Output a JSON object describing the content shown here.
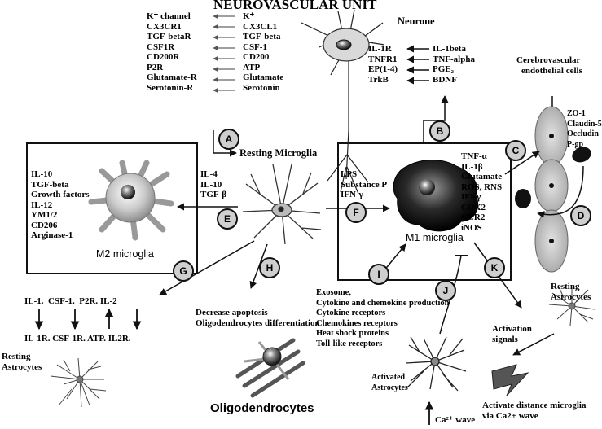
{
  "title": "NEUROVASCULAR UNIT",
  "neurone": {
    "label": "Neurone",
    "receptors": [
      "IL-1R",
      "TNFR1",
      "EP(1-4)",
      "TrkB"
    ],
    "ligands": [
      "IL-1beta",
      "TNF-alpha",
      "PGE₂",
      "BDNF"
    ]
  },
  "microglia_receptors": {
    "receptors": [
      "K⁺ channel",
      "CX3CR1",
      "TGF-betaR",
      "CSF1R",
      "CD200R",
      "P2R",
      "Glutamate-R",
      "Serotonin-R"
    ],
    "ligands": [
      "K⁺",
      "CX3CL1",
      "TGF-beta",
      "CSF-1",
      "CD200",
      "ATP",
      "Glutamate",
      "Serotonin"
    ]
  },
  "endothelial": {
    "label_line1": "Cerebrovascular",
    "label_line2": "endothelial cells",
    "markers": [
      "ZO-1",
      "Claudin-5",
      "Occludin",
      "P-gp"
    ]
  },
  "resting_microglia": "Resting Microglia",
  "m2": {
    "label": "M2 microglia",
    "products": [
      "IL-10",
      "TGF-beta",
      "Growth factors",
      "IL-12",
      "YM1/2",
      "CD206",
      "Arginase-1"
    ],
    "inducers": [
      "IL-4",
      "IL-10",
      "TGF-β"
    ]
  },
  "m1": {
    "label": "M1 microglia",
    "inducers": [
      "LPS",
      "Substance P",
      "IFN-γ"
    ],
    "products": [
      "TNF-α",
      "IL-1β",
      "Glutamate",
      "ROS, RNS",
      "IFNγ",
      "COX2",
      "CCR2",
      "iNOS"
    ]
  },
  "astro_signals": {
    "top": [
      "IL-1.",
      "CSF-1.",
      "P2R.",
      "IL-2"
    ],
    "bottom": [
      "IL-1R.",
      "CSF-1R.",
      "ATP.",
      "IL2R."
    ]
  },
  "resting_astrocytes_left": [
    "Resting",
    "Astrocytes"
  ],
  "resting_astrocytes_right": [
    "Resting",
    "Astrocytes"
  ],
  "oligo_effects": [
    "Decrease apoptosis",
    "Oligodendrocytes differentiation"
  ],
  "oligodendrocytes": "Oligodendrocytes",
  "exosome_list": [
    "Exosome,",
    "Cytokine and chemokine production",
    "Cytokine receptors",
    "Chemokines receptors",
    "Heat shock proteins",
    "Toll-like receptors"
  ],
  "activated_astrocytes": [
    "Activated",
    "Astrocytes"
  ],
  "activation_signals": [
    "Activation",
    "signals"
  ],
  "ca_wave": "Ca²⁺ wave",
  "distance_microglia": [
    "Activate distance microglia",
    "via Ca2+ wave"
  ],
  "circle_labels": {
    "A": "A",
    "B": "B",
    "C": "C",
    "D": "D",
    "E": "E",
    "F": "F",
    "G": "G",
    "H": "H",
    "I": "I",
    "J": "J",
    "K": "K"
  }
}
